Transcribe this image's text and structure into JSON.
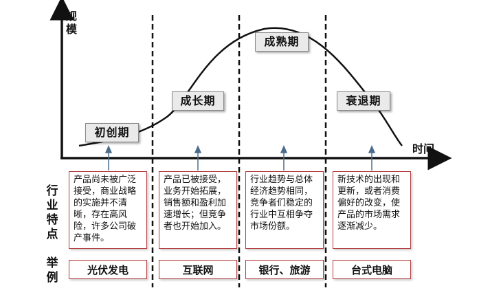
{
  "axis": {
    "y_label": "规模",
    "x_label": "时间"
  },
  "row_labels": {
    "features": "行业特点",
    "examples": "举例"
  },
  "stages": [
    {
      "name": "初创期",
      "features": "产品尚未被广泛接受，商业战略的实施并不清晰，存在高风险，许多公司破产事件。",
      "example": "光伏发电"
    },
    {
      "name": "成长期",
      "features": "产品已被接受，业务开始拓展，销售额和盈利加速增长；但竞争者也开始加入。",
      "example": "互联网"
    },
    {
      "name": "成熟期",
      "features": "行业趋势与总体经济趋势相同，竞争者们稳定的行业中互相争夺市场份额。",
      "example": "银行、旅游"
    },
    {
      "name": "衰退期",
      "features": "新技术的出现和更新，或者消费偏好的改变，使产品的市场需求逐渐减少。",
      "example": "台式电脑"
    }
  ],
  "colors": {
    "box_border": "#b33a3a",
    "arrow": "#4a6d8c",
    "label_bg": "#eaeaea"
  }
}
